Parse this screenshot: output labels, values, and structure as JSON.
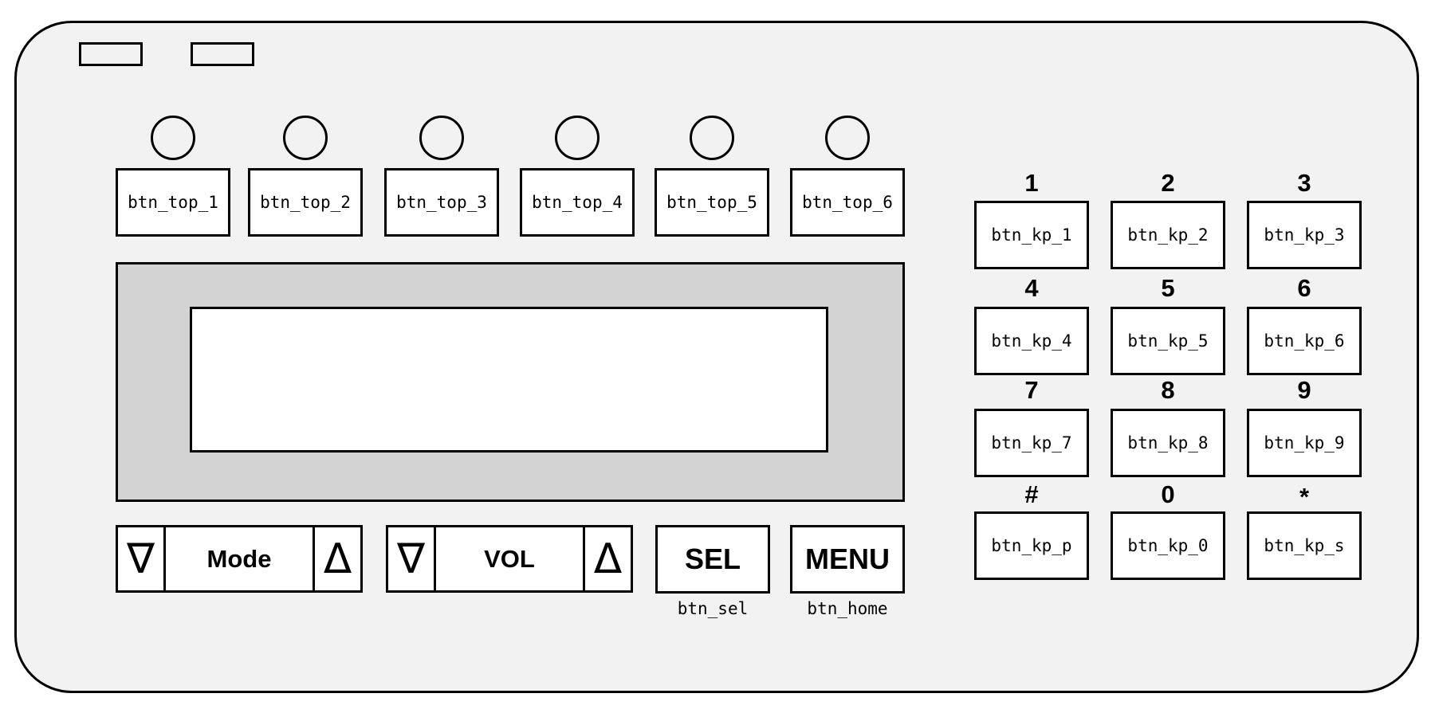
{
  "colors": {
    "panel_bg": "#f2f2f2",
    "bezel_bg": "#d3d3d3",
    "screen_bg": "#ffffff",
    "button_bg": "#ffffff",
    "outline": "#000000"
  },
  "top_buttons": [
    {
      "label": "btn_top_1"
    },
    {
      "label": "btn_top_2"
    },
    {
      "label": "btn_top_3"
    },
    {
      "label": "btn_top_4"
    },
    {
      "label": "btn_top_5"
    },
    {
      "label": "btn_top_6"
    }
  ],
  "mode_rocker": {
    "down": "∇",
    "label": "Mode",
    "up": "Δ"
  },
  "vol_rocker": {
    "down": "∇",
    "label": "VOL",
    "up": "Δ"
  },
  "sel_button": {
    "label": "SEL",
    "caption": "btn_sel"
  },
  "menu_button": {
    "label": "MENU",
    "caption": "btn_home"
  },
  "keypad": [
    {
      "key": "1",
      "label": "btn_kp_1"
    },
    {
      "key": "2",
      "label": "btn_kp_2"
    },
    {
      "key": "3",
      "label": "btn_kp_3"
    },
    {
      "key": "4",
      "label": "btn_kp_4"
    },
    {
      "key": "5",
      "label": "btn_kp_5"
    },
    {
      "key": "6",
      "label": "btn_kp_6"
    },
    {
      "key": "7",
      "label": "btn_kp_7"
    },
    {
      "key": "8",
      "label": "btn_kp_8"
    },
    {
      "key": "9",
      "label": "btn_kp_9"
    },
    {
      "key": "#",
      "label": "btn_kp_p"
    },
    {
      "key": "0",
      "label": "btn_kp_0"
    },
    {
      "key": "*",
      "label": "btn_kp_s"
    }
  ]
}
